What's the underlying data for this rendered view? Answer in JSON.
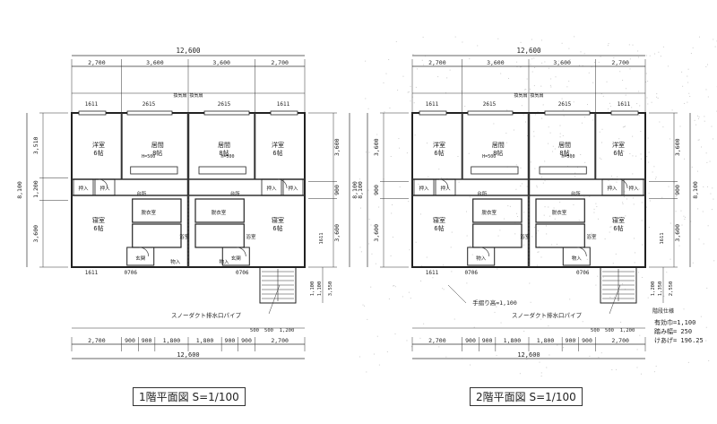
{
  "plans": [
    {
      "id": "floor1",
      "title": "1階平面図",
      "scale": "S=1/100",
      "overall_width": "12,600",
      "top_dims": [
        "2,700",
        "3,600",
        "3,600",
        "2,700"
      ],
      "bottom_dims": [
        "2,700",
        "900",
        "900",
        "1,800",
        "1,800",
        "900",
        "900",
        "2,700"
      ],
      "left_dims": [
        "3,510",
        "1,200",
        "3,600"
      ],
      "left_total": "8,100",
      "right_dims": [
        "3,600",
        "900",
        "3,600"
      ],
      "right_total": "8,100",
      "right_small": [
        "1611"
      ],
      "stair_dims": [
        "1,100",
        "1,100",
        "3,550"
      ],
      "rooms": [
        {
          "name": "洋室",
          "size": "6帖"
        },
        {
          "name": "居間",
          "size": "8帖"
        },
        {
          "name": "居間",
          "size": "8帖"
        },
        {
          "name": "洋室",
          "size": "6帖"
        },
        {
          "name": "寝室",
          "size": "6帖"
        },
        {
          "name": "寝室",
          "size": "6帖"
        }
      ],
      "room_labels": [
        "押入",
        "押入",
        "押入",
        "押入",
        "台所",
        "台所",
        "脱衣室",
        "脱衣室",
        "浴室",
        "浴室",
        "玄関",
        "玄関",
        "物入",
        "物入"
      ],
      "top_labels": [
        "1611",
        "2615",
        "2615",
        "1611",
        "換気扇 換気扇"
      ],
      "window_labels": [
        "0706",
        "0706"
      ],
      "heights": [
        "H=500",
        "H=500"
      ],
      "duct_note": "スノーダクト排水口パイプ",
      "bottom_small": [
        "500",
        "500",
        "1,200"
      ]
    },
    {
      "id": "floor2",
      "title": "2階平面図",
      "scale": "S=1/100",
      "overall_width": "12,600",
      "top_dims": [
        "2,700",
        "3,600",
        "3,600",
        "2,700"
      ],
      "bottom_dims": [
        "2,700",
        "900",
        "900",
        "1,800",
        "1,800",
        "900",
        "900",
        "2,700"
      ],
      "left_dims": [
        "3,600",
        "900",
        "3,600"
      ],
      "left_total": "8,100",
      "right_dims": [
        "3,600",
        "900",
        "3,600"
      ],
      "right_total": "8,100",
      "right_small": [
        "1611"
      ],
      "stair_dims": [
        "1,200",
        "1,350",
        "2,550"
      ],
      "rooms": [
        {
          "name": "洋室",
          "size": "6帖"
        },
        {
          "name": "居間",
          "size": "8帖"
        },
        {
          "name": "居間",
          "size": "8帖"
        },
        {
          "name": "洋室",
          "size": "6帖"
        },
        {
          "name": "寝室",
          "size": "6帖"
        },
        {
          "name": "寝室",
          "size": "6帖"
        }
      ],
      "room_labels": [
        "押入",
        "押入",
        "押入",
        "押入",
        "台所",
        "台所",
        "脱衣室",
        "脱衣室",
        "浴室",
        "浴室",
        "物入",
        "物入"
      ],
      "top_labels": [
        "1611",
        "2615",
        "2615",
        "1611",
        "換気扇 換気扇"
      ],
      "window_labels": [
        "0706",
        "0706"
      ],
      "heights": [
        "H=500",
        "H=500"
      ],
      "duct_note": "スノーダクト排水口パイプ",
      "handrail_note": "手摺り高=1,100",
      "stair_spec_title": "階段仕様",
      "stair_spec": [
        "有効巾=1,100",
        "踏み幅= 250",
        "けあげ= 196.25"
      ],
      "bottom_small": [
        "500",
        "500",
        "1,200"
      ]
    }
  ]
}
